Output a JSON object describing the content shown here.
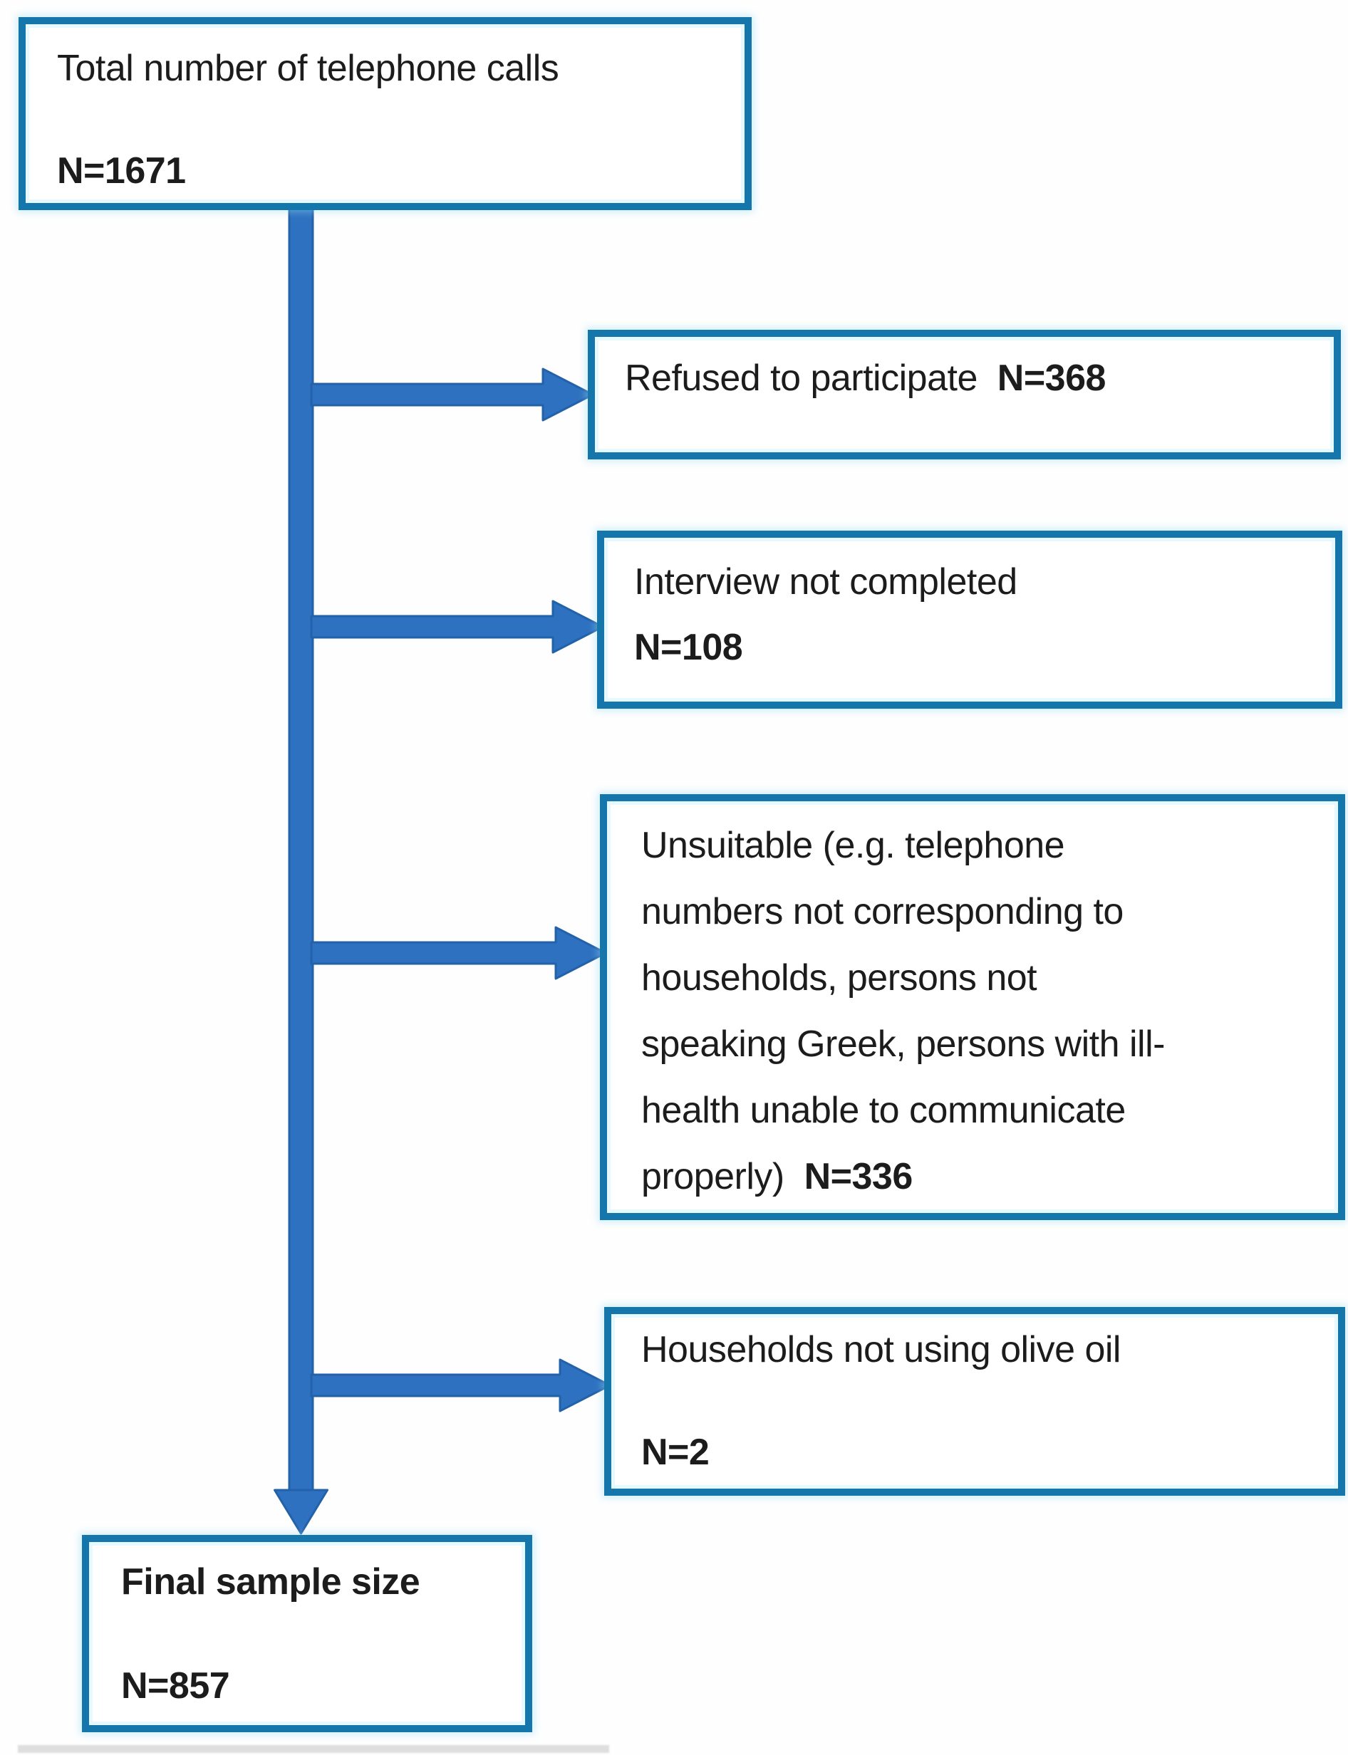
{
  "flowchart": {
    "colors": {
      "box_border": "#1476aa",
      "arrow_fill": "#2e71c0",
      "arrow_outline": "#2361a9",
      "text": "#1c1c1c"
    },
    "top_box": {
      "label": "Total number of telephone calls",
      "n": "N=1671"
    },
    "exclusion_boxes": [
      {
        "label": "Refused to participate",
        "n": "N=368"
      },
      {
        "label": "Interview not completed",
        "n": "N=108"
      },
      {
        "lines": [
          "Unsuitable (e.g. telephone",
          "numbers not corresponding to",
          "households, persons not",
          "speaking Greek, persons with ill-",
          "health unable to communicate",
          "properly)"
        ],
        "n": "N=336"
      },
      {
        "label": "Households not using olive oil",
        "n": "N=2"
      }
    ],
    "final_box": {
      "label": "Final sample size",
      "n": "N=857"
    }
  }
}
